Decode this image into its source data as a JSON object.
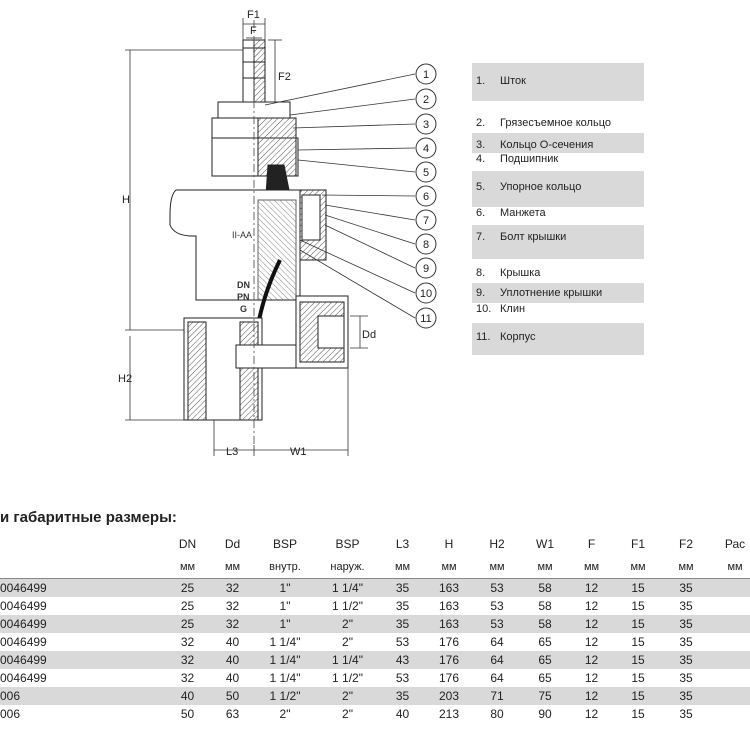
{
  "drawing": {
    "dims": {
      "f1": "F1",
      "f": "F",
      "f2": "F2",
      "h": "H",
      "h2": "H2",
      "dd": "Dd",
      "l3": "L3",
      "w1": "W1"
    },
    "body_marks": [
      "II-AA",
      "DN",
      "PN",
      "G"
    ],
    "callouts": [
      "1",
      "2",
      "3",
      "4",
      "5",
      "6",
      "7",
      "8",
      "9",
      "10",
      "11"
    ]
  },
  "legend": {
    "items": [
      {
        "num": "1.",
        "text": "Шток",
        "shaded": true
      },
      {
        "num": "2.",
        "text": "Грязесъемное кольцо",
        "shaded": false
      },
      {
        "num": "3.",
        "text": "Кольцо О-сечения",
        "shaded": true
      },
      {
        "num": "4.",
        "text": "Подшипник",
        "shaded": false
      },
      {
        "num": "5.",
        "text": "Упорное кольцо",
        "shaded": true
      },
      {
        "num": "6.",
        "text": "Манжета",
        "shaded": false
      },
      {
        "num": "7.",
        "text": "Болт крышки",
        "shaded": true
      },
      {
        "num": "8.",
        "text": "Крышка",
        "shaded": false
      },
      {
        "num": "9.",
        "text": "Уплотнение крышки",
        "shaded": true
      },
      {
        "num": "10.",
        "text": "Клин",
        "shaded": false
      },
      {
        "num": "11.",
        "text": "Корпус",
        "shaded": true
      }
    ]
  },
  "section_title": "и габаритные размеры:",
  "table": {
    "headers": [
      "",
      "DN",
      "Dd",
      "BSP",
      "BSP",
      "L3",
      "H",
      "H2",
      "W1",
      "F",
      "F1",
      "F2",
      "Рас"
    ],
    "subheaders": [
      "",
      "мм",
      "мм",
      "внутр.",
      "наруж.",
      "мм",
      "мм",
      "мм",
      "мм",
      "мм",
      "мм",
      "мм",
      "мм"
    ],
    "rows": [
      {
        "cells": [
          "0046499",
          "25",
          "32",
          "1\"",
          "1 1/4\"",
          "35",
          "163",
          "53",
          "58",
          "12",
          "15",
          "35",
          ""
        ],
        "shaded": true
      },
      {
        "cells": [
          "0046499",
          "25",
          "32",
          "1\"",
          "1 1/2\"",
          "35",
          "163",
          "53",
          "58",
          "12",
          "15",
          "35",
          ""
        ],
        "shaded": false
      },
      {
        "cells": [
          "0046499",
          "25",
          "32",
          "1\"",
          "2\"",
          "35",
          "163",
          "53",
          "58",
          "12",
          "15",
          "35",
          ""
        ],
        "shaded": true
      },
      {
        "cells": [
          "0046499",
          "32",
          "40",
          "1 1/4\"",
          "2\"",
          "53",
          "176",
          "64",
          "65",
          "12",
          "15",
          "35",
          ""
        ],
        "shaded": false
      },
      {
        "cells": [
          "0046499",
          "32",
          "40",
          "1 1/4\"",
          "1 1/4\"",
          "43",
          "176",
          "64",
          "65",
          "12",
          "15",
          "35",
          ""
        ],
        "shaded": true
      },
      {
        "cells": [
          "0046499",
          "32",
          "40",
          "1 1/4\"",
          "1 1/2\"",
          "53",
          "176",
          "64",
          "65",
          "12",
          "15",
          "35",
          ""
        ],
        "shaded": false
      },
      {
        "cells": [
          "006",
          "40",
          "50",
          "1 1/2\"",
          "2\"",
          "35",
          "203",
          "71",
          "75",
          "12",
          "15",
          "35",
          ""
        ],
        "shaded": true
      },
      {
        "cells": [
          "006",
          "50",
          "63",
          "2\"",
          "2\"",
          "40",
          "213",
          "80",
          "90",
          "12",
          "15",
          "35",
          ""
        ],
        "shaded": false
      }
    ]
  }
}
